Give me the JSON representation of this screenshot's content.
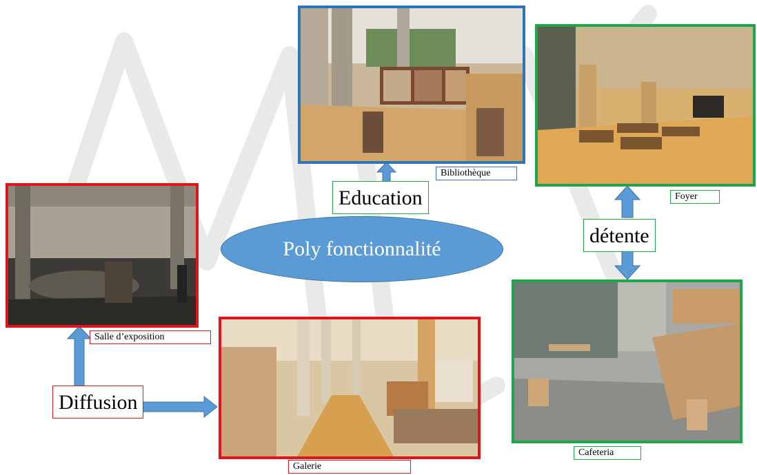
{
  "center": {
    "label": "Poly fonctionnalité"
  },
  "functions": {
    "education": "Education",
    "detente": "détente",
    "diffusion": "Diffusion"
  },
  "photos": {
    "bibliotheque": "Bibliothèque",
    "foyer": "Foyer",
    "salle_exposition": "Salle d’exposition",
    "galerie": "Galerie",
    "cafeteria": "Cafeteria"
  },
  "colors": {
    "diffusion_frame": "#e0141b",
    "education_frame": "#2e75b6",
    "detente_frame": "#1fa64a",
    "ellipse_fill": "#5b9bd5",
    "arrow": "#5b9bd5"
  }
}
